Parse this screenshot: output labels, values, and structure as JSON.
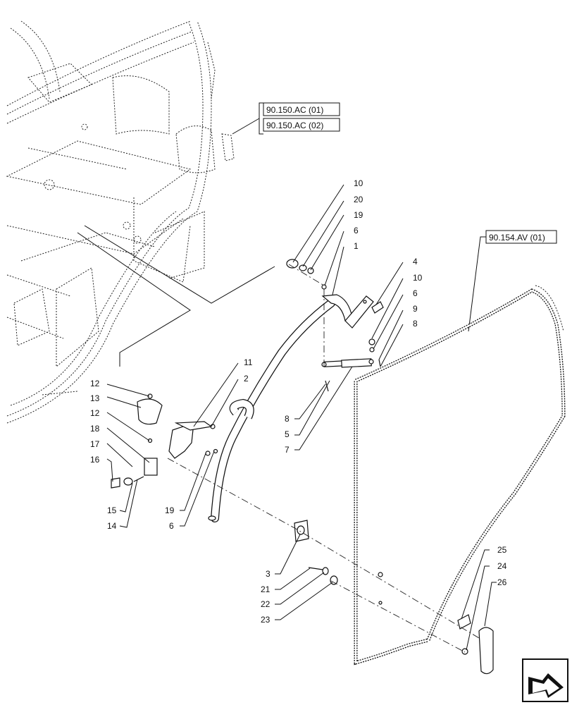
{
  "references": [
    "90.150.AC (01)",
    "90.150.AC (02)",
    "90.154.AV (01)"
  ],
  "callouts": [
    "10",
    "20",
    "19",
    "6",
    "1",
    "4",
    "10",
    "6",
    "9",
    "8",
    "11",
    "2",
    "12",
    "13",
    "12",
    "18",
    "17",
    "16",
    "15",
    "14",
    "8",
    "5",
    "7",
    "19",
    "6",
    "3",
    "21",
    "22",
    "23",
    "25",
    "24",
    "26"
  ],
  "icons": {
    "nav": "next-page-arrow-icon"
  }
}
